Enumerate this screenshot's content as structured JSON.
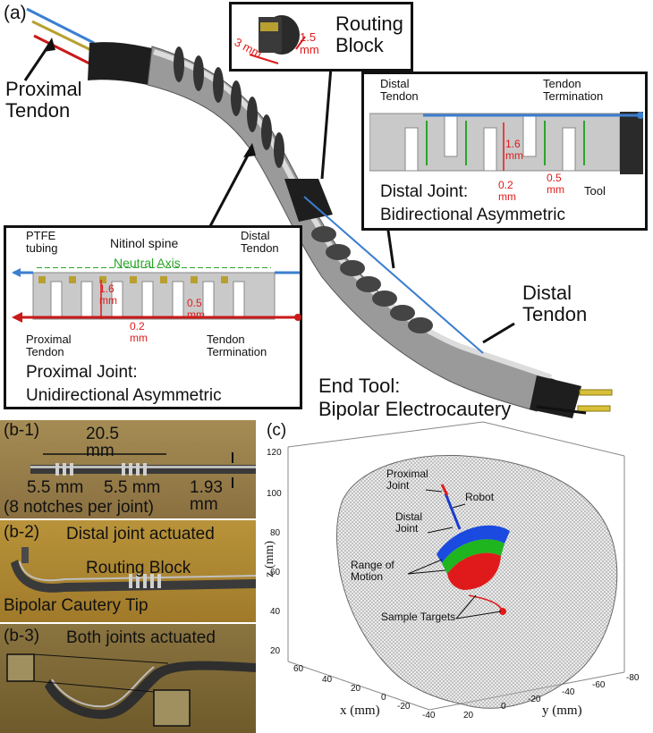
{
  "panel_a": {
    "tag": "(a)",
    "proximal_tendon": "Proximal Tendon",
    "routing_block": {
      "title": "Routing Block",
      "dim_len": "3 mm",
      "dim_dia": "1.5 mm"
    },
    "distal_box": {
      "distal_tendon": "Distal Tendon",
      "tendon_termination": "Tendon Termination",
      "dim_h": "1.6 mm",
      "dim_gap": "0.2 mm",
      "dim_w": "0.5 mm",
      "tool": "Tool",
      "caption_line1": "Distal Joint:",
      "caption_line2": "Bidirectional Asymmetric"
    },
    "proximal_box": {
      "ptfe": "PTFE tubing",
      "nitinol": "Nitinol spine",
      "distal_tendon": "Distal Tendon",
      "neutral_axis": "Neutral Axis",
      "dim_h": "1.6 mm",
      "dim_w": "0.5 mm",
      "dim_gap": "0.2 mm",
      "proximal_tendon": "Proximal Tendon",
      "tendon_termination": "Tendon Termination",
      "caption_line1": "Proximal Joint:",
      "caption_line2": "Unidirectional Asymmetric"
    },
    "distal_tendon_main": "Distal Tendon",
    "end_tool_line1": "End Tool:",
    "end_tool_line2": "Bipolar Electrocautery"
  },
  "panel_b1": {
    "tag": "(b-1)",
    "dim_total": "20.5 mm",
    "dim_a": "5.5 mm",
    "dim_b": "5.5 mm",
    "dim_dia": "1.93 mm",
    "notches": "(8 notches per joint)"
  },
  "panel_b2": {
    "tag": "(b-2)",
    "caption": "Distal joint actuated",
    "routing_block": "Routing Block",
    "tip": "Bipolar Cautery Tip"
  },
  "panel_b3": {
    "tag": "(b-3)",
    "caption": "Both joints actuated"
  },
  "panel_c": {
    "tag": "(c)",
    "proximal_joint": "Proximal Joint",
    "robot": "Robot",
    "distal_joint": "Distal Joint",
    "range_of_motion": "Range of Motion",
    "sample_targets": "Sample Targets",
    "z_label": "z (mm)",
    "x_label": "x (mm)",
    "y_label": "y (mm)",
    "z_ticks": [
      "120",
      "100",
      "80",
      "60",
      "40",
      "20"
    ],
    "x_ticks": [
      "60",
      "40",
      "20",
      "0",
      "-20",
      "-40"
    ],
    "y_ticks": [
      "-80",
      "-60",
      "-40",
      "-20",
      "0",
      "20"
    ]
  }
}
